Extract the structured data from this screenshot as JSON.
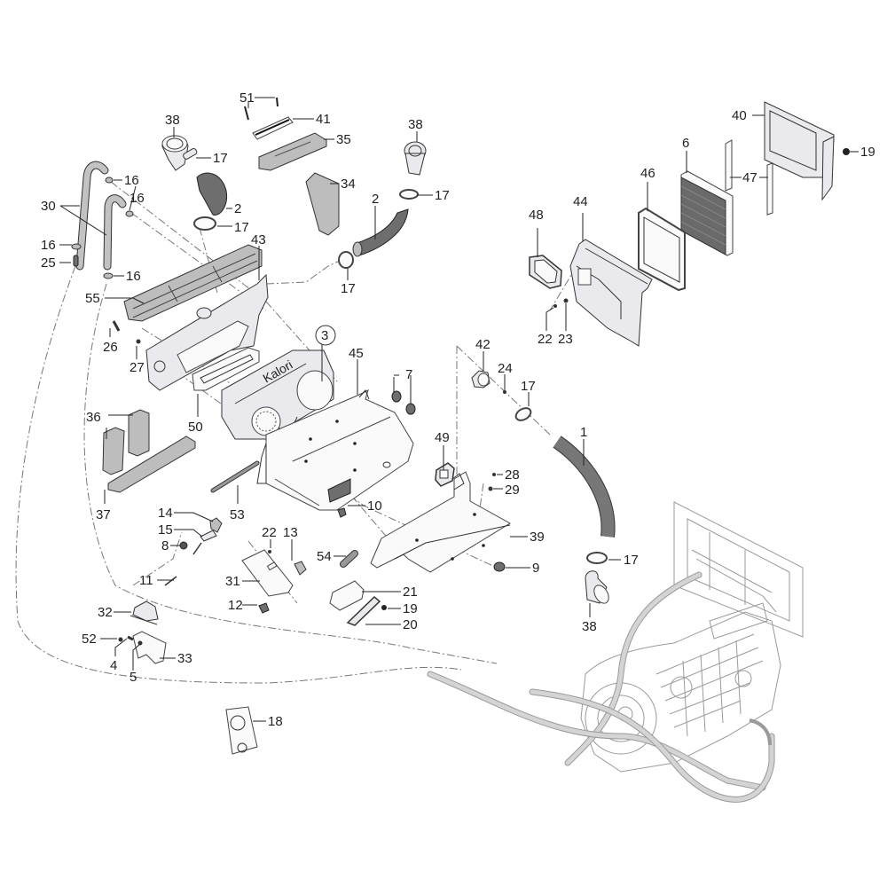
{
  "diagram": {
    "type": "exploded-parts-diagram",
    "subject": "cab heater / air conditioning unit assembly with engine",
    "brand_marking": "Kalori",
    "callouts": [
      {
        "id": "c51",
        "label": "51",
        "part": "screw"
      },
      {
        "id": "c41",
        "label": "41",
        "part": "vent grille"
      },
      {
        "id": "c35",
        "label": "35",
        "part": "foam block"
      },
      {
        "id": "c38a",
        "label": "38",
        "part": "air nozzle"
      },
      {
        "id": "c17a",
        "label": "17",
        "part": "hose clamp"
      },
      {
        "id": "c2a",
        "label": "2",
        "part": "air hose"
      },
      {
        "id": "c17b",
        "label": "17",
        "part": "hose clamp"
      },
      {
        "id": "c16a",
        "label": "16",
        "part": "grommet"
      },
      {
        "id": "c16b",
        "label": "16",
        "part": "grommet"
      },
      {
        "id": "c30",
        "label": "30",
        "part": "drain tube"
      },
      {
        "id": "c16c",
        "label": "16",
        "part": "grommet"
      },
      {
        "id": "c25",
        "label": "25",
        "part": "connector"
      },
      {
        "id": "c16d",
        "label": "16",
        "part": "grommet"
      },
      {
        "id": "c43",
        "label": "43",
        "part": "housing cover"
      },
      {
        "id": "c55",
        "label": "55",
        "part": "foam seal"
      },
      {
        "id": "c34",
        "label": "34",
        "part": "foam insulation"
      },
      {
        "id": "c38b",
        "label": "38",
        "part": "air nozzle"
      },
      {
        "id": "c2b",
        "label": "2",
        "part": "air hose"
      },
      {
        "id": "c17c",
        "label": "17",
        "part": "hose clamp"
      },
      {
        "id": "c17d",
        "label": "17",
        "part": "hose clamp"
      },
      {
        "id": "c40",
        "label": "40",
        "part": "frame"
      },
      {
        "id": "c19a",
        "label": "19",
        "part": "screw"
      },
      {
        "id": "c6",
        "label": "6",
        "part": "cabin air filter"
      },
      {
        "id": "c46",
        "label": "46",
        "part": "filter seal"
      },
      {
        "id": "c47",
        "label": "47",
        "part": "seal strip"
      },
      {
        "id": "c44",
        "label": "44",
        "part": "filter housing"
      },
      {
        "id": "c48",
        "label": "48",
        "part": "bezel"
      },
      {
        "id": "c22a",
        "label": "22",
        "part": "screw"
      },
      {
        "id": "c23",
        "label": "23",
        "part": "washer"
      },
      {
        "id": "c26",
        "label": "26",
        "part": "pin"
      },
      {
        "id": "c27",
        "label": "27",
        "part": "clip"
      },
      {
        "id": "c3",
        "label": "3",
        "part": "blower unit",
        "circled": true
      },
      {
        "id": "c45",
        "label": "45",
        "part": "unit housing"
      },
      {
        "id": "c7",
        "label": "7",
        "part": "plug"
      },
      {
        "id": "c42",
        "label": "42",
        "part": "valve"
      },
      {
        "id": "c24",
        "label": "24",
        "part": "screw"
      },
      {
        "id": "c17e",
        "label": "17",
        "part": "hose clamp"
      },
      {
        "id": "c1",
        "label": "1",
        "part": "heater hose"
      },
      {
        "id": "c36",
        "label": "36",
        "part": "foam pad"
      },
      {
        "id": "c50",
        "label": "50",
        "part": "gasket"
      },
      {
        "id": "c37",
        "label": "37",
        "part": "foam strip"
      },
      {
        "id": "c53",
        "label": "53",
        "part": "rubber strip"
      },
      {
        "id": "c49",
        "label": "49",
        "part": "grommet"
      },
      {
        "id": "c28",
        "label": "28",
        "part": "screw"
      },
      {
        "id": "c29",
        "label": "29",
        "part": "washer"
      },
      {
        "id": "c10",
        "label": "10",
        "part": "nut"
      },
      {
        "id": "c39",
        "label": "39",
        "part": "mounting bracket"
      },
      {
        "id": "c9",
        "label": "9",
        "part": "grommet"
      },
      {
        "id": "c17f",
        "label": "17",
        "part": "hose clamp"
      },
      {
        "id": "c38c",
        "label": "38",
        "part": "air nozzle"
      },
      {
        "id": "c14",
        "label": "14",
        "part": "knob"
      },
      {
        "id": "c15",
        "label": "15",
        "part": "bracket"
      },
      {
        "id": "c8",
        "label": "8",
        "part": "nut"
      },
      {
        "id": "c11",
        "label": "11",
        "part": "cable"
      },
      {
        "id": "c22b",
        "label": "22",
        "part": "screw"
      },
      {
        "id": "c13",
        "label": "13",
        "part": "knob"
      },
      {
        "id": "c31",
        "label": "31",
        "part": "control plate"
      },
      {
        "id": "c12",
        "label": "12",
        "part": "clip"
      },
      {
        "id": "c54",
        "label": "54",
        "part": "hose"
      },
      {
        "id": "c21",
        "label": "21",
        "part": "foam block"
      },
      {
        "id": "c19b",
        "label": "19",
        "part": "screw"
      },
      {
        "id": "c20",
        "label": "20",
        "part": "grille"
      },
      {
        "id": "c32",
        "label": "32",
        "part": "switch"
      },
      {
        "id": "c52",
        "label": "52",
        "part": "screw"
      },
      {
        "id": "c4",
        "label": "4",
        "part": "pin"
      },
      {
        "id": "c5",
        "label": "5",
        "part": "nut"
      },
      {
        "id": "c33",
        "label": "33",
        "part": "bracket"
      },
      {
        "id": "c18",
        "label": "18",
        "part": "control panel"
      }
    ]
  }
}
